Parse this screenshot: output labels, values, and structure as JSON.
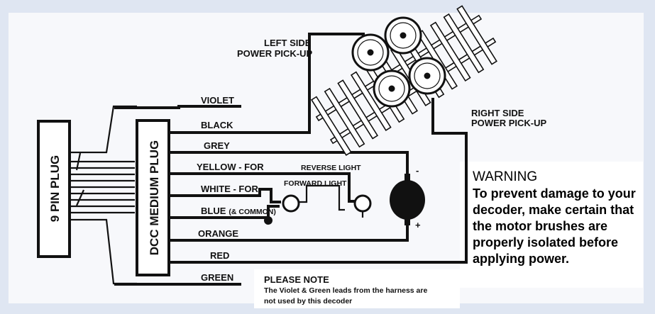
{
  "plugs": {
    "nine_pin": "9 PIN PLUG",
    "dcc_medium": "DCC MEDIUM PLUG"
  },
  "wires": {
    "violet": "VIOLET",
    "black": "BLACK",
    "grey": "GREY",
    "yellow": "YELLOW - FOR",
    "white": "WHITE - FOR",
    "blue_main": "BLUE",
    "blue_note": "(& COMMON)",
    "orange": "ORANGE",
    "red": "RED",
    "green": "GREEN"
  },
  "lights": {
    "reverse": "REVERSE LIGHT",
    "forward": "FORWARD LIGHT"
  },
  "pickups": {
    "left_line1": "LEFT SIDE",
    "left_line2": "POWER PICK-UP",
    "right_line1": "RIGHT SIDE",
    "right_line2": "POWER PICK-UP"
  },
  "motor": {
    "minus": "-",
    "plus": "+"
  },
  "warning": {
    "title": "WARNING",
    "lines": [
      "To prevent damage to your",
      "decoder, make certain that",
      "the motor brushes are",
      "properly isolated before",
      "applying power."
    ]
  },
  "note": {
    "title": "PLEASE NOTE",
    "line1": "The Violet & Green leads from the harness are",
    "line2": "not used by this decoder"
  }
}
